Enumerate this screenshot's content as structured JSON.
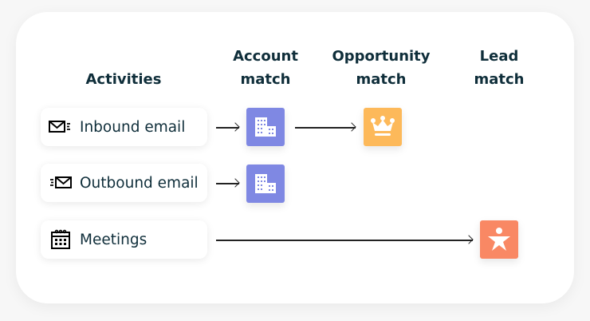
{
  "headers": {
    "activities": "Activities",
    "account_match": [
      "Account",
      "match"
    ],
    "opportunity_match": [
      "Opportunity",
      "match"
    ],
    "lead_match": [
      "Lead",
      "match"
    ]
  },
  "activities": [
    {
      "label": "Inbound email",
      "icon": "inbound-email-icon"
    },
    {
      "label": "Outbound email",
      "icon": "outbound-email-icon"
    },
    {
      "label": "Meetings",
      "icon": "calendar-icon"
    }
  ],
  "colors": {
    "account": "#7f88e3",
    "opportunity": "#fdb95a",
    "lead": "#f98864",
    "text": "#0f2e3a"
  }
}
